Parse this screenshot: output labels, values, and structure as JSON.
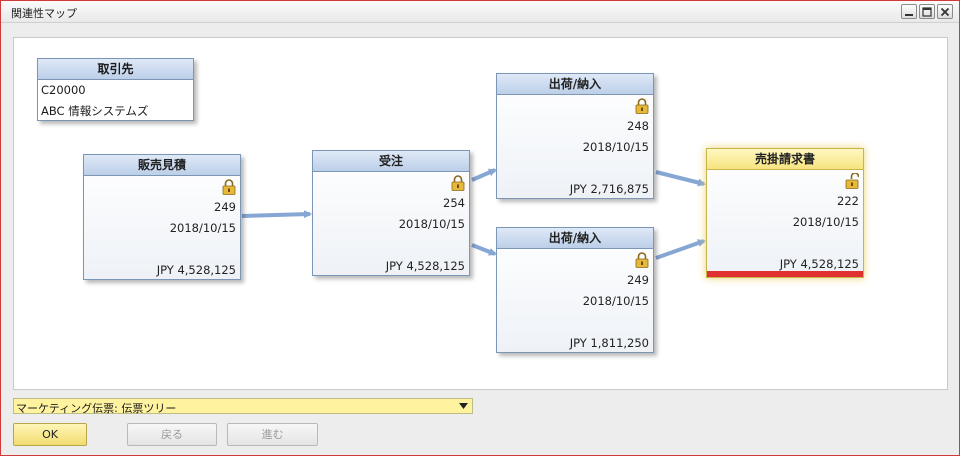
{
  "window": {
    "title": "関連性マップ"
  },
  "colors": {
    "accent_yellow": "#fff3a0",
    "node_border": "#7b96b6",
    "arrow": "#86a6d4",
    "invoice_bar": "#e03030"
  },
  "bp_card": {
    "header": "取引先",
    "code": "C20000",
    "name": "ABC 情報システムズ"
  },
  "nodes": {
    "quotation": {
      "title": "販売見積",
      "number": "249",
      "date": "2018/10/15",
      "amount": "JPY 4,528,125",
      "icon": "lock-icon"
    },
    "order": {
      "title": "受注",
      "number": "254",
      "date": "2018/10/15",
      "amount": "JPY 4,528,125",
      "icon": "lock-icon"
    },
    "delivery1": {
      "title": "出荷/納入",
      "number": "248",
      "date": "2018/10/15",
      "amount": "JPY 2,716,875",
      "icon": "lock-icon"
    },
    "delivery2": {
      "title": "出荷/納入",
      "number": "249",
      "date": "2018/10/15",
      "amount": "JPY 1,811,250",
      "icon": "lock-icon"
    },
    "invoice": {
      "title": "売掛請求書",
      "number": "222",
      "date": "2018/10/15",
      "amount": "JPY 4,528,125",
      "icon": "unlock-icon"
    }
  },
  "view_select": {
    "value": "マーケティング伝票: 伝票ツリー"
  },
  "buttons": {
    "ok": "OK",
    "back": "戻る",
    "forward": "進む"
  }
}
